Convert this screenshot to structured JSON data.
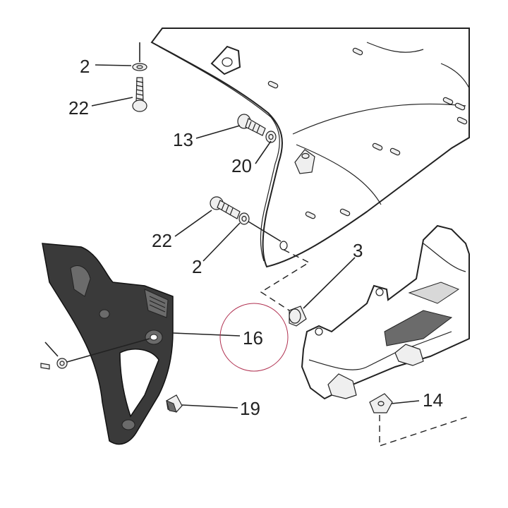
{
  "callouts": [
    {
      "id": "c1",
      "label": "2"
    },
    {
      "id": "c2",
      "label": "22"
    },
    {
      "id": "c3",
      "label": "13"
    },
    {
      "id": "c4",
      "label": "20"
    },
    {
      "id": "c5",
      "label": "22"
    },
    {
      "id": "c6",
      "label": "2"
    },
    {
      "id": "c7",
      "label": "3"
    },
    {
      "id": "c8",
      "label": "16"
    },
    {
      "id": "c9",
      "label": "19"
    },
    {
      "id": "c10",
      "label": "14"
    }
  ],
  "colors": {
    "line": "#222222",
    "part_dark": "#3a3a3a",
    "highlight_circle": "#b03050"
  },
  "icons": [
    "washer-icon",
    "bolt-icon",
    "screw-icon",
    "clip-nut-icon",
    "grommet-icon"
  ]
}
